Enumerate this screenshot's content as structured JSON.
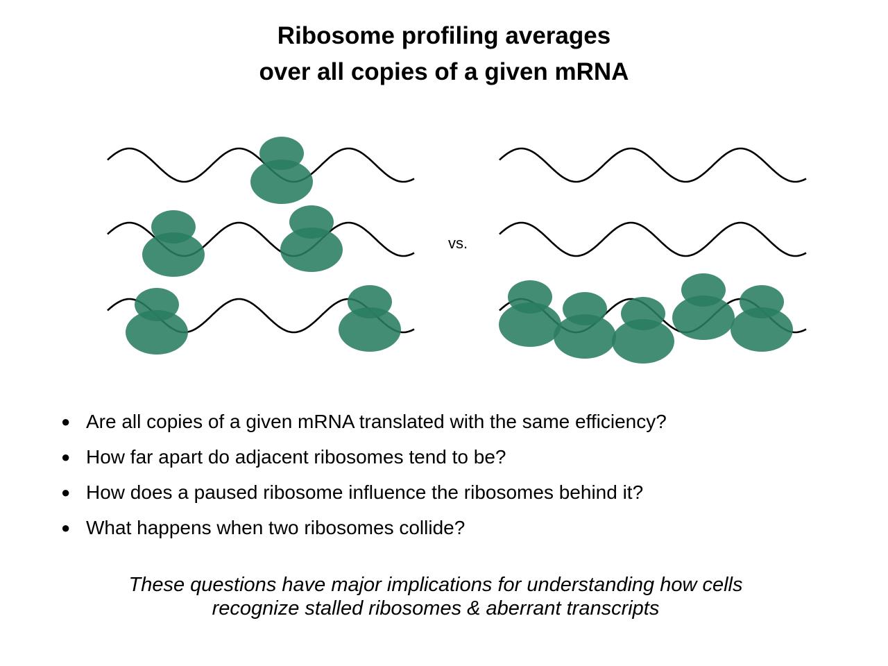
{
  "title": {
    "line1": "Ribosome profiling averages",
    "line2": "over all copies of a given mRNA"
  },
  "diagram": {
    "separator_label": "vs.",
    "ribosome_color": "#2a7d62",
    "mrna_color": "#000000"
  },
  "bullets": [
    "Are all copies of a given mRNA translated with the same efficiency?",
    "How far apart do adjacent ribosomes tend to be?",
    "How does a paused ribosome influence the ribosomes behind it?",
    "What happens when two ribosomes collide?"
  ],
  "footnote": {
    "line1": "These questions have major implications for understanding how cells",
    "line2": "recognize stalled ribosomes & aberrant transcripts"
  }
}
